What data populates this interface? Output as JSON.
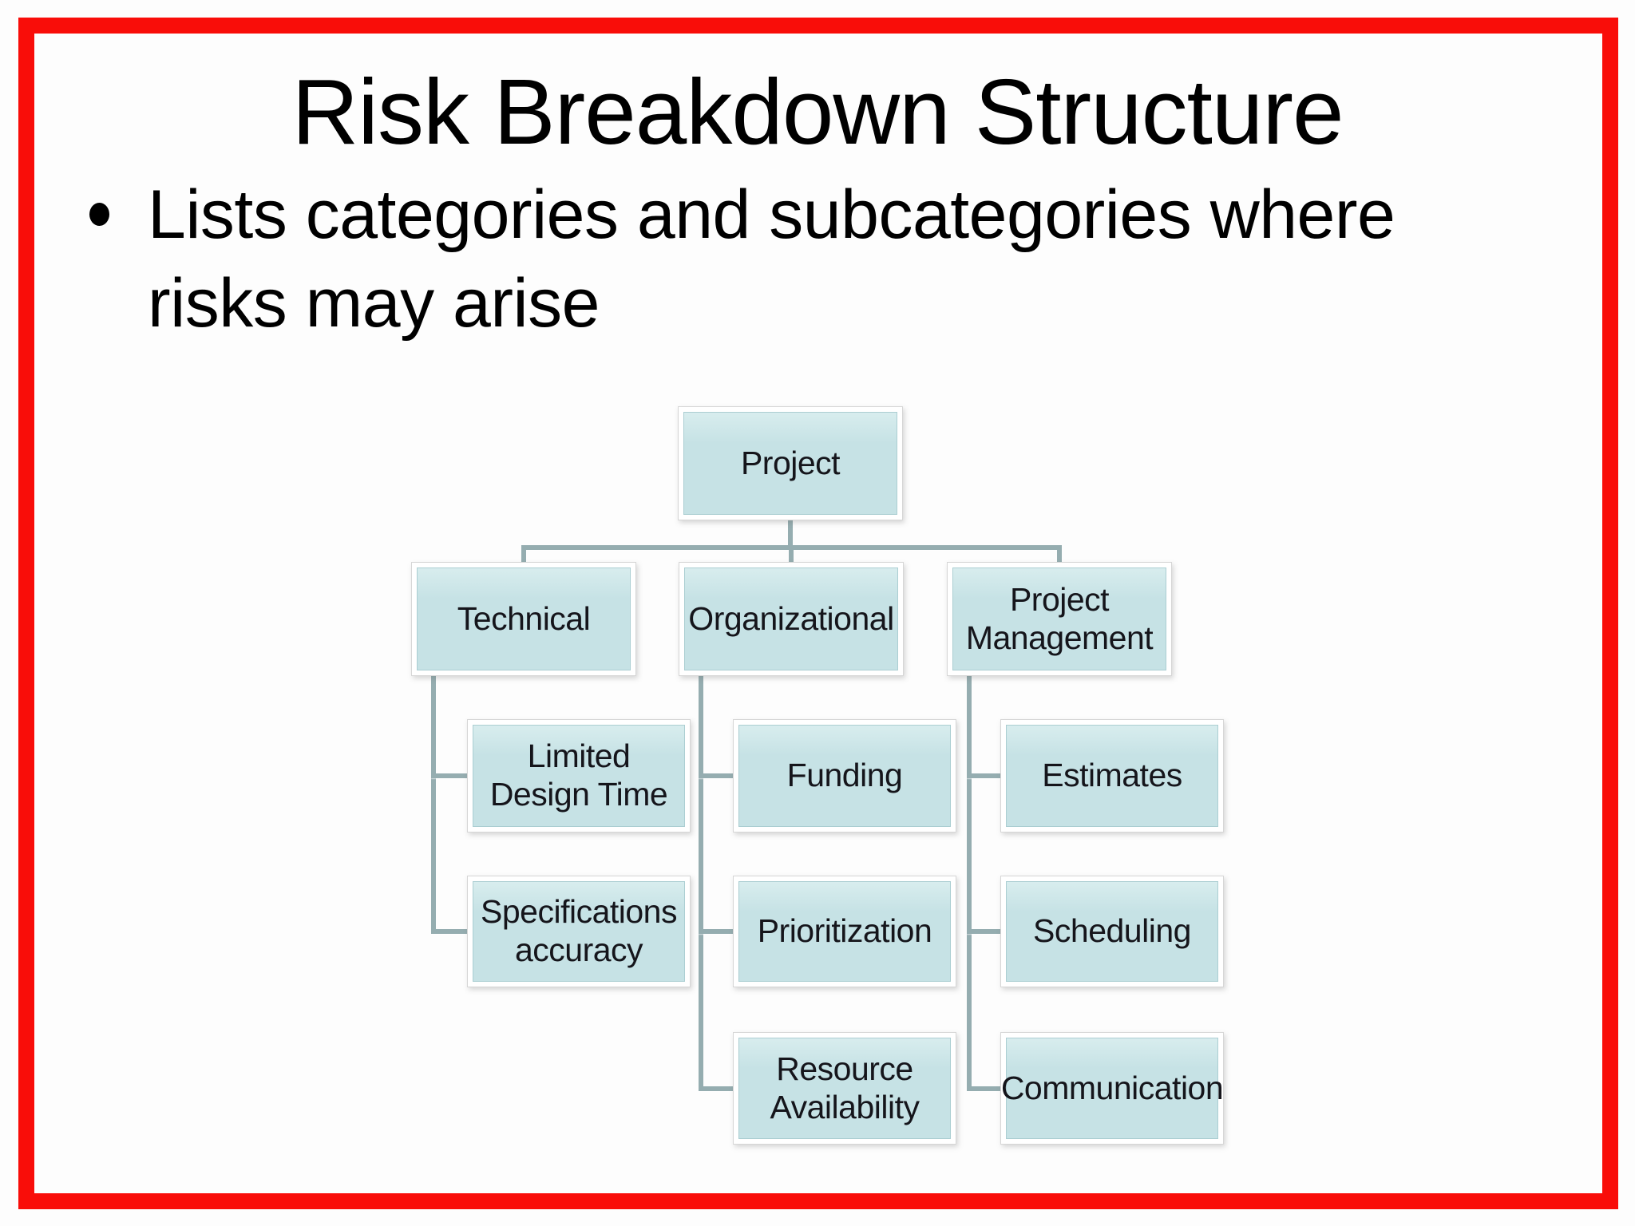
{
  "slide": {
    "title": "Risk Breakdown Structure",
    "bullet_text": "Lists categories and subcategories where risks may arise",
    "border_color": "#f90d09",
    "background_color": "#fdfdfd"
  },
  "diagram": {
    "type": "org-chart",
    "root": "project",
    "nodes": [
      {
        "id": "project",
        "label": "Project"
      },
      {
        "id": "technical",
        "label": "Technical"
      },
      {
        "id": "organizational",
        "label": "Organizational"
      },
      {
        "id": "project_management",
        "label": "Project Management"
      },
      {
        "id": "limited_design_time",
        "label": "Limited Design Time"
      },
      {
        "id": "funding",
        "label": "Funding"
      },
      {
        "id": "estimates",
        "label": "Estimates"
      },
      {
        "id": "specifications_accuracy",
        "label": "Specifications accuracy"
      },
      {
        "id": "prioritization",
        "label": "Prioritization"
      },
      {
        "id": "scheduling",
        "label": "Scheduling"
      },
      {
        "id": "resource_availability",
        "label": "Resource Availability"
      },
      {
        "id": "communication",
        "label": "Communication"
      }
    ],
    "edges": [
      {
        "from": "project",
        "to": "technical"
      },
      {
        "from": "project",
        "to": "organizational"
      },
      {
        "from": "project",
        "to": "project_management"
      },
      {
        "from": "technical",
        "to": "limited_design_time"
      },
      {
        "from": "technical",
        "to": "specifications_accuracy"
      },
      {
        "from": "organizational",
        "to": "funding"
      },
      {
        "from": "organizational",
        "to": "prioritization"
      },
      {
        "from": "organizational",
        "to": "resource_availability"
      },
      {
        "from": "project_management",
        "to": "estimates"
      },
      {
        "from": "project_management",
        "to": "scheduling"
      },
      {
        "from": "project_management",
        "to": "communication"
      }
    ],
    "colors": {
      "node_fill": "#c6e2e5",
      "node_fill_top": "#d8edee",
      "node_inner_border": "#abced2",
      "node_frame": "#ffffff",
      "node_outline": "#d6d6d6",
      "connector": "#95adb0",
      "text": "#15151b"
    }
  }
}
